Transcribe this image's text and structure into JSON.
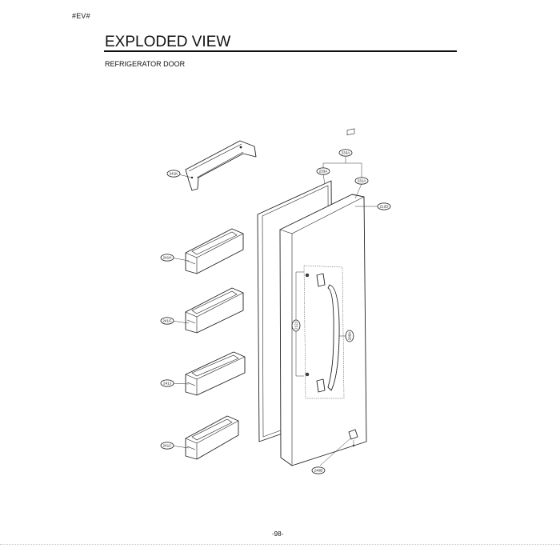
{
  "header": {
    "corner_mark": "#EV#",
    "title": "EXPLODED VIEW",
    "subtitle": "REFRIGERATOR DOOR"
  },
  "footer": {
    "page_number": "-98-"
  },
  "callouts": {
    "handle_cap": "241K",
    "basket_1": "241H",
    "basket_2": "241G",
    "basket_3": "241J",
    "basket_4": "241C",
    "door_group": "233A",
    "gasket": "233A",
    "door_liner": "231A",
    "door_foam": "212D",
    "handle_group": "212J",
    "handle": "200A",
    "hinge": "240B"
  }
}
